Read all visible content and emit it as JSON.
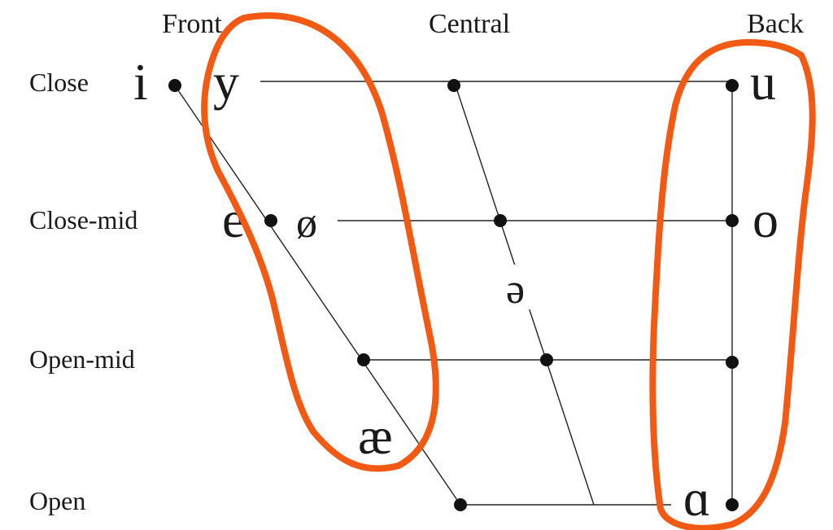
{
  "columns": {
    "front": "Front",
    "central": "Central",
    "back": "Back"
  },
  "rows": {
    "close": "Close",
    "close_mid": "Close-mid",
    "open_mid": "Open-mid",
    "open": "Open"
  },
  "vowels": {
    "i": "i",
    "y": "y",
    "u": "u",
    "e": "e",
    "oe": "ø",
    "o": "o",
    "schwa": "ə",
    "ae": "æ",
    "a": "ɑ"
  },
  "colors": {
    "lines": "#222222",
    "dots": "#111111",
    "highlight": "#f25a14"
  }
}
